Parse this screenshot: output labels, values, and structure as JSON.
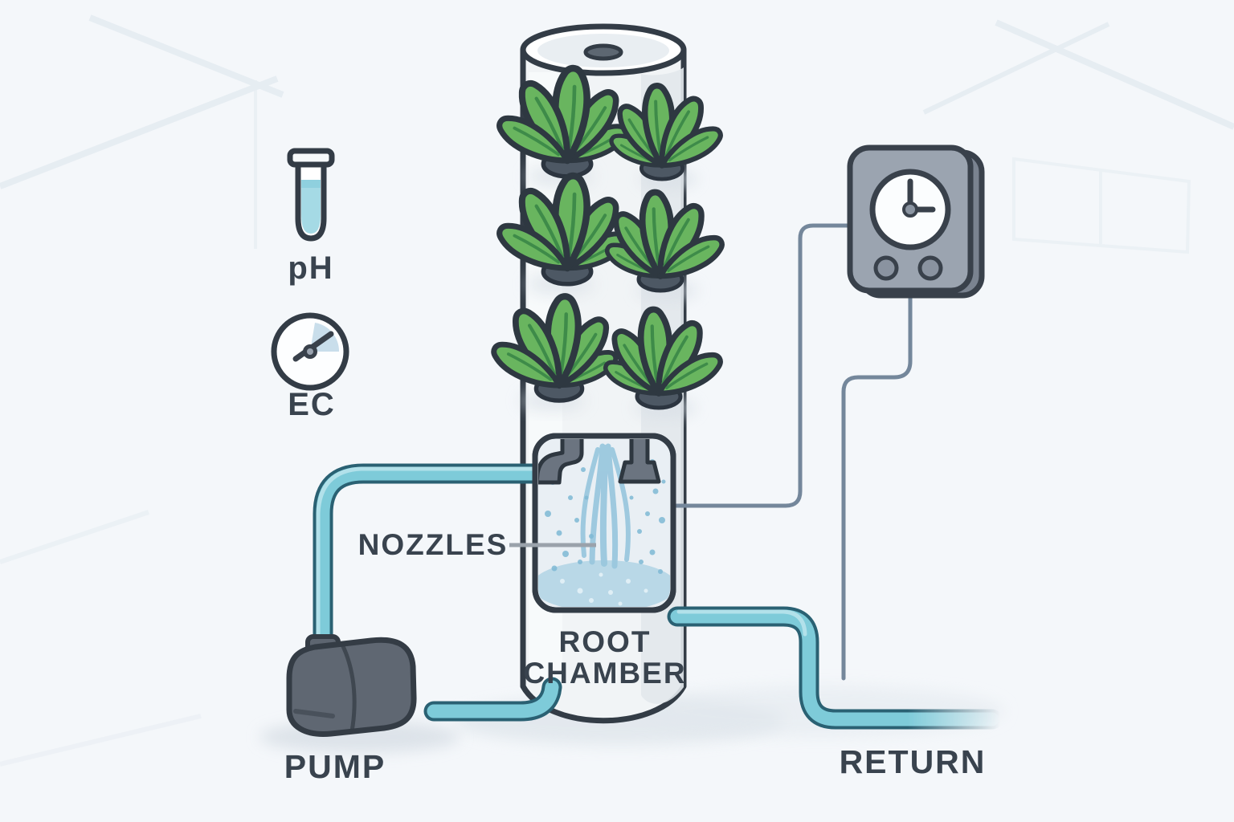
{
  "labels": {
    "ph": "pH",
    "ec": "EC",
    "nozzles": "NOZZLES",
    "root": "ROOT",
    "chamber": "CHAMBER",
    "pump": "PUMP",
    "return": "RETURN"
  },
  "icons": {
    "ph_indicator": "test-tube-icon",
    "ec_indicator": "gauge-icon",
    "controller": "timer-clock-icon"
  },
  "colors": {
    "background": "#f4f7fa",
    "outline": "#333c46",
    "label_text": "#39434e",
    "tube_fill": "#7ecbd9",
    "tube_outline": "#2a6173",
    "tube_highlight": "#b8e3eb",
    "leaf_green": "#69b55f",
    "leaf_vein": "#3e8b49",
    "pocket_gray": "#4d5864",
    "timer_gray": "#9ba4b0",
    "pump_gray": "#5f6772",
    "water_pool": "#b9d8e7",
    "spray_blue": "#9ac8de",
    "wire_gray": "#74879b",
    "liquid_ph": "#a5dae5"
  }
}
